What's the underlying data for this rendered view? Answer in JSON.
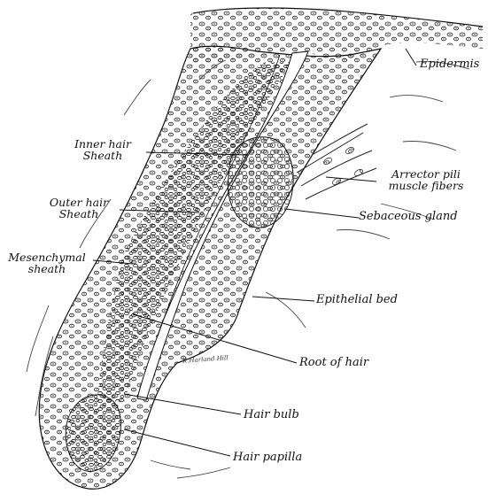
{
  "labels": {
    "epidermis": "Epidermis",
    "inner_hair_sheath": [
      "Inner hair",
      "Sheath"
    ],
    "outer_hair_sheath": [
      "Outer hair",
      "Sheath"
    ],
    "mesenchymal_sheath": [
      "Mesenchymal",
      "sheath"
    ],
    "arrector_pili": [
      "Arrector pili",
      "muscle fibers"
    ],
    "sebaceous_gland": "Sebaceous gland",
    "epithelial_bed": "Epithelial bed",
    "root_of_hair": "Root of hair",
    "hair_bulb": "Hair bulb",
    "hair_papilla": "Hair papilla"
  },
  "signature": "K.Harland Hill"
}
